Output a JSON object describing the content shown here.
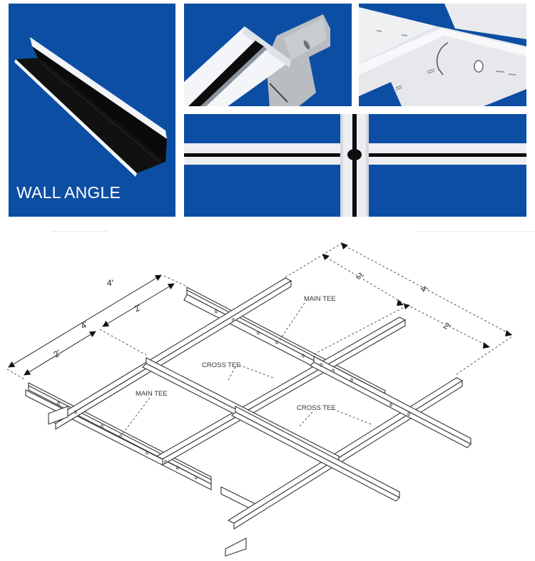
{
  "colors": {
    "panel_blue": "#0c4ea3",
    "metal_white": "#e9ecef",
    "black_groove": "#111111",
    "diagram_line": "#333333"
  },
  "photos": {
    "wall_angle": {
      "label": "WALL ANGLE",
      "subject": "wall-angle-profile"
    },
    "main_tee_end": {
      "subject": "main-tee-end-connector"
    },
    "tee_junction": {
      "subject": "main-tee-cross-tee-junction"
    },
    "grid_face": {
      "subject": "black-groove-grid-face"
    }
  },
  "diagram": {
    "dimensions": {
      "left_outer_total": "4'",
      "left_outer_span": "4'",
      "left_inner_upper": "2'",
      "left_inner_lower": "2'",
      "right_outer_span": "4'",
      "right_inner_upper": "2'",
      "right_inner_lower": "2'"
    },
    "labels": {
      "main_tee_top": "MAIN TEE",
      "main_tee_left": "MAIN TEE",
      "cross_tee_center": "CROSS TEE",
      "cross_tee_right": "CROSS TEE"
    }
  }
}
